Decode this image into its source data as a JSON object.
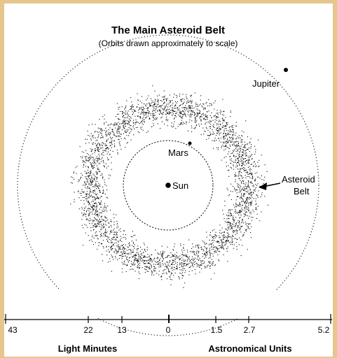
{
  "title": "The Main Asteroid Belt",
  "subtitle": "(Orbits drawn approximately to scale)",
  "labels": {
    "jupiter": "Jupiter",
    "mars": "Mars",
    "sun": "Sun",
    "belt_line1": "Asteroid",
    "belt_line2": "Belt"
  },
  "scale": {
    "left_ticks": [
      "43",
      "22",
      "13",
      "0"
    ],
    "right_ticks": [
      "1.5",
      "2.7",
      "5.2"
    ],
    "left_unit": "Light Minutes",
    "right_unit": "Astronomical Units"
  },
  "colors": {
    "frame": "#e7c68d",
    "background": "#ffffff",
    "ink": "#000000"
  }
}
